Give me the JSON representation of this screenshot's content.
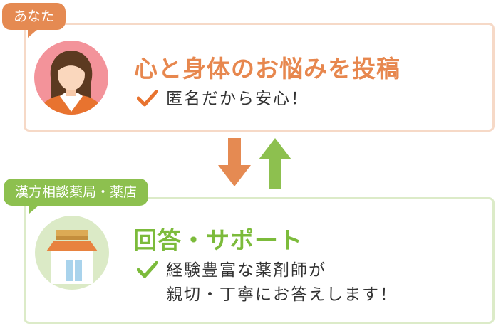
{
  "you": {
    "tab_label": "あなた",
    "title": "心と身体のお悩みを投稿",
    "subtitle_lines": [
      "匿名だから安心！"
    ]
  },
  "pharmacy": {
    "tab_label": "漢方相談薬局・薬店",
    "title": "回答・サポート",
    "subtitle_lines": [
      "経験豊富な薬剤師が",
      "親切・丁寧にお答えします！"
    ]
  },
  "colors": {
    "orange_accent": "#e58a52",
    "orange_border": "#f6d9c7",
    "green_accent": "#8dc04f",
    "green_border": "#dcebc8",
    "avatar_pink": "#f3939a",
    "house_bg": "#dbeac6"
  },
  "icons": {
    "woman_avatar": "woman-avatar-icon",
    "house": "house-icon",
    "check": "check-icon",
    "arrow_down": "arrow-down-icon",
    "arrow_up": "arrow-up-icon"
  }
}
